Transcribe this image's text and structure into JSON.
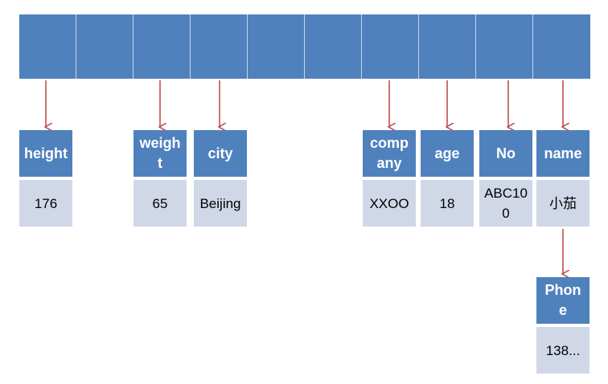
{
  "colors": {
    "slot": "#4f81bd",
    "header": "#4f81bd",
    "value": "#d0d8e8",
    "arrow": "#c0504d"
  },
  "entries": [
    {
      "key": "height",
      "value": "176"
    },
    {
      "key": "weight",
      "value": "65"
    },
    {
      "key": "city",
      "value": "Beijing"
    },
    {
      "key": "company",
      "value": "XXOO"
    },
    {
      "key": "age",
      "value": "18"
    },
    {
      "key": "No",
      "value": "ABC100"
    },
    {
      "key": "name",
      "value": "小茄"
    },
    {
      "key": "Phone",
      "value": "138..."
    }
  ]
}
